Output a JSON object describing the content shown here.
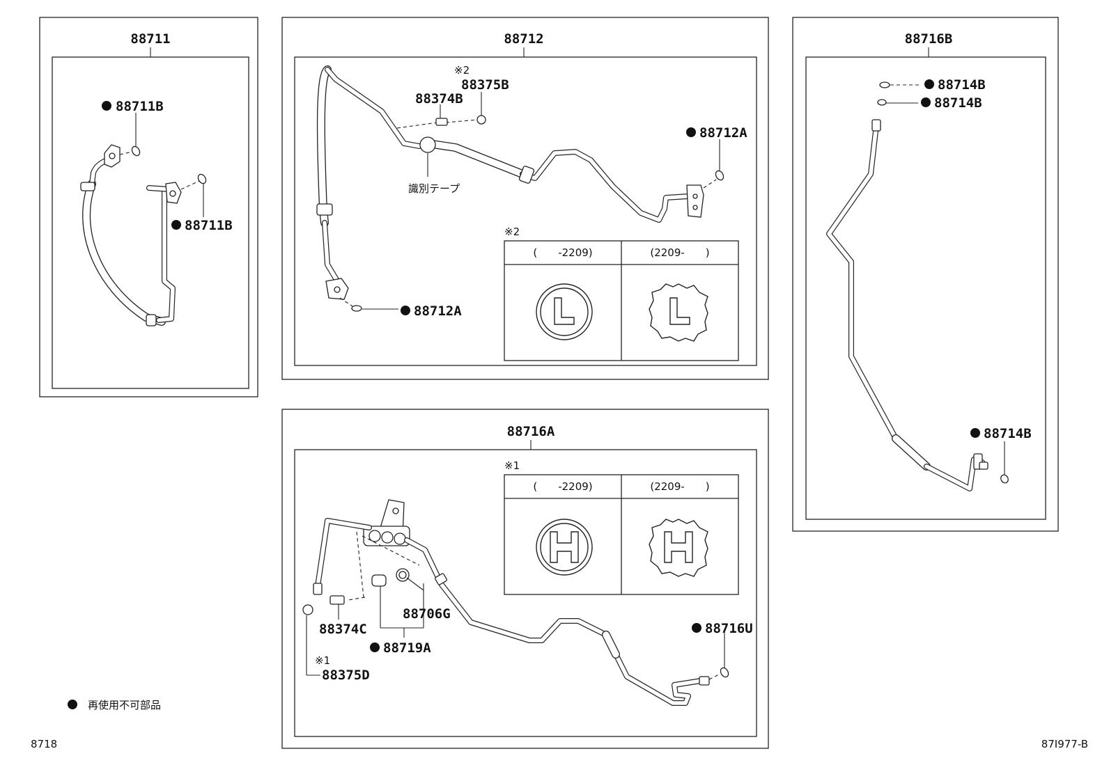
{
  "boxes": {
    "b88711": {
      "title": "88711"
    },
    "b88712": {
      "title": "88712"
    },
    "b88716B": {
      "title": "88716B"
    },
    "b88716A": {
      "title": "88716A"
    }
  },
  "labels": {
    "l88711B_top": "88711B",
    "l88711B_bot": "88711B",
    "l88375B_mark": "※2",
    "l88375B": "88375B",
    "l88374B": "88374B",
    "l88712A_top": "88712A",
    "l88712A_bot": "88712A",
    "l_tape": "識別テープ",
    "l88714B_1": "88714B",
    "l88714B_2": "88714B",
    "l88714B_3": "88714B",
    "l88706G": "88706G",
    "l88374C": "88374C",
    "l88719A": "88719A",
    "l88375D_mark": "※1",
    "l88375D": "88375D",
    "l88716U": "88716U"
  },
  "table2": {
    "mark": "※2",
    "col1": "(　　-2209)",
    "col2": "(2209-　　)",
    "letter": "L"
  },
  "table1": {
    "mark": "※1",
    "col1": "(　　-2209)",
    "col2": "(2209-　　)",
    "letter": "H"
  },
  "legend": {
    "text": "再使用不可部品"
  },
  "footer": {
    "left": "8718",
    "right": "87I977-B"
  }
}
